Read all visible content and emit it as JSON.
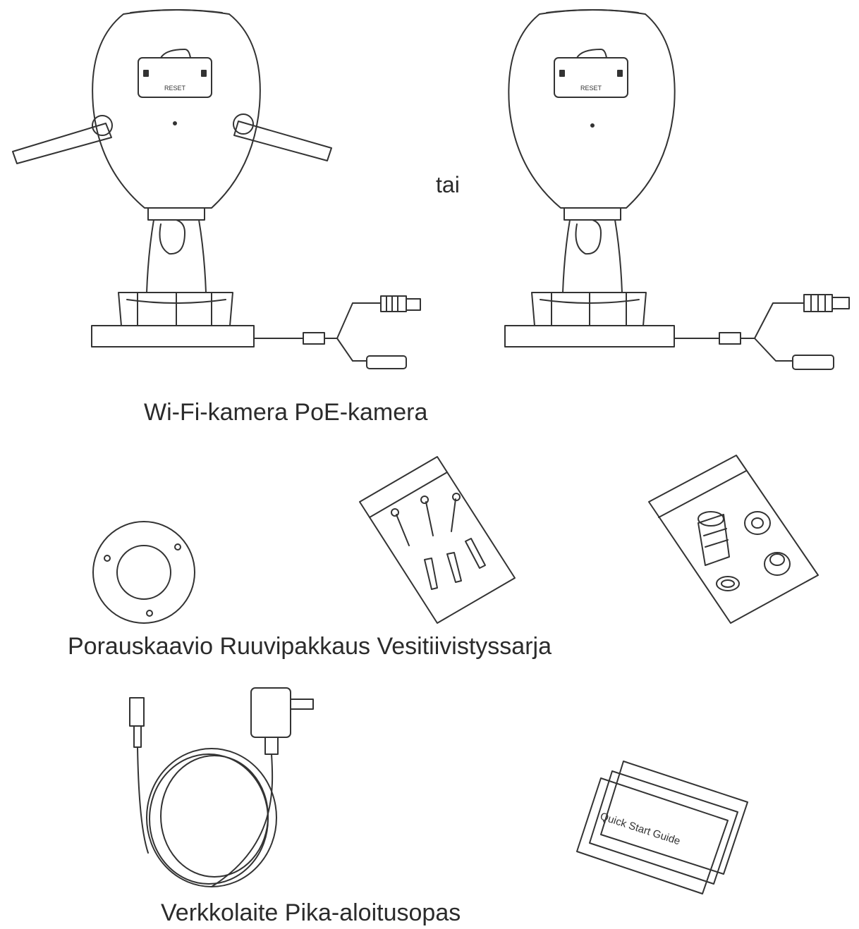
{
  "or_word": "tai",
  "captions": {
    "cameras": "Wi-Fi-kamera PoE-kamera",
    "accessories": "Porauskaavio Ruuvipakkaus Vesitiivistyssarja",
    "power_and_guide": "Verkkolaite Pika-aloitusopas"
  },
  "labels": {
    "reset": "RESET",
    "guide_cover": "Quick Start Guide"
  }
}
